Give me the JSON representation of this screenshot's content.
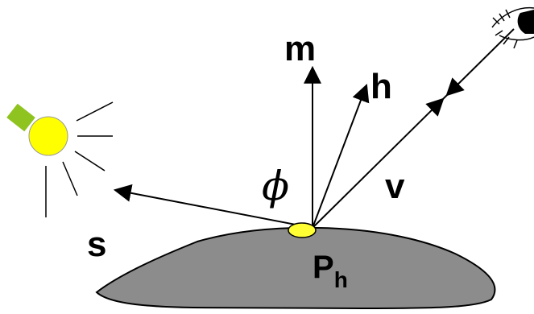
{
  "labels": {
    "m": "m",
    "h": "h",
    "v": "v",
    "s": "s",
    "phi": "ϕ",
    "point_main": "P",
    "point_sub": "h"
  },
  "colors": {
    "surface_fill": "#8c8c8c",
    "surface_stroke": "#000000",
    "highlight_spot": "#ffff33",
    "light_bulb": "#ffff00",
    "light_base": "#8fc31f",
    "stroke": "#000000"
  },
  "icons": {
    "light": "light-source-icon",
    "eye": "eye-icon"
  }
}
